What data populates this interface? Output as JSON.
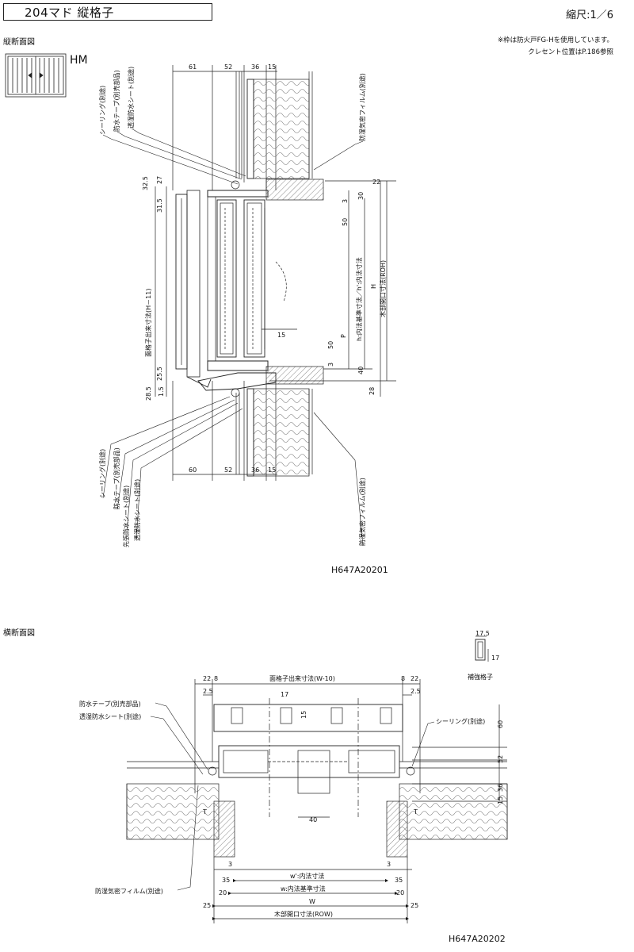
{
  "header": {
    "title": "204マド 縦格子",
    "scale": "縮尺:1／6"
  },
  "notes": [
    "※枠は防火戸FG-Hを使用しています。",
    "クレセント位置はP.186参照"
  ],
  "vertical_section": {
    "heading": "縦断面図",
    "window_type": "HM",
    "drawing_code": "H647A20201",
    "top_dims": [
      "61",
      "52",
      "36",
      "15"
    ],
    "bottom_dims": [
      "60",
      "52",
      "36",
      "15"
    ],
    "left_dims": [
      "32.5",
      "27",
      "31.5",
      "25.5",
      "28.5",
      "1.5"
    ],
    "right_dims": [
      "22",
      "3",
      "30",
      "50",
      "15",
      "50",
      "3",
      "40",
      "28"
    ],
    "dim_labels": {
      "grille_height": "面格子出来寸法(H－11)",
      "h_inner": "h:内法基準寸法／h':内法寸法",
      "P": "P",
      "H": "H",
      "rough_opening": "木部開口寸法(ROH)"
    },
    "callouts_top": [
      "シーリング(別途)",
      "防水テープ(別売部品)",
      "透湿防水シート(別途)",
      "防湿気密フィルム(別途)"
    ],
    "callouts_bottom": [
      "シーリング(別途)",
      "防水テープ(別売部品)",
      "先張防水シート(別途)",
      "透湿防水シート(別途)",
      "防湿気密フィルム(別途)"
    ]
  },
  "horizontal_section": {
    "heading": "横断面図",
    "drawing_code": "H647A20202",
    "top_dims": [
      "22",
      "8",
      "8",
      "22",
      "2.5",
      "2.5",
      "17",
      "15"
    ],
    "grille_width": "面格子出来寸法(W-10)",
    "right_dims": [
      "60",
      "52",
      "36",
      "15"
    ],
    "bottom_dims": [
      "40",
      "3",
      "3",
      "35",
      "35",
      "20",
      "20",
      "25",
      "25"
    ],
    "dim_labels": {
      "T": "T",
      "w_prime": "w':内法寸法",
      "w": "w:内法基準寸法",
      "W": "W",
      "rough_opening": "木部開口寸法(ROW)"
    },
    "callouts": [
      "防水テープ(別売部品)",
      "透湿防水シート(別途)",
      "シーリング(別途)",
      "防湿気密フィルム(別途)"
    ],
    "reinforce": {
      "label": "補強格子",
      "dims": [
        "17.5",
        "17"
      ]
    }
  }
}
